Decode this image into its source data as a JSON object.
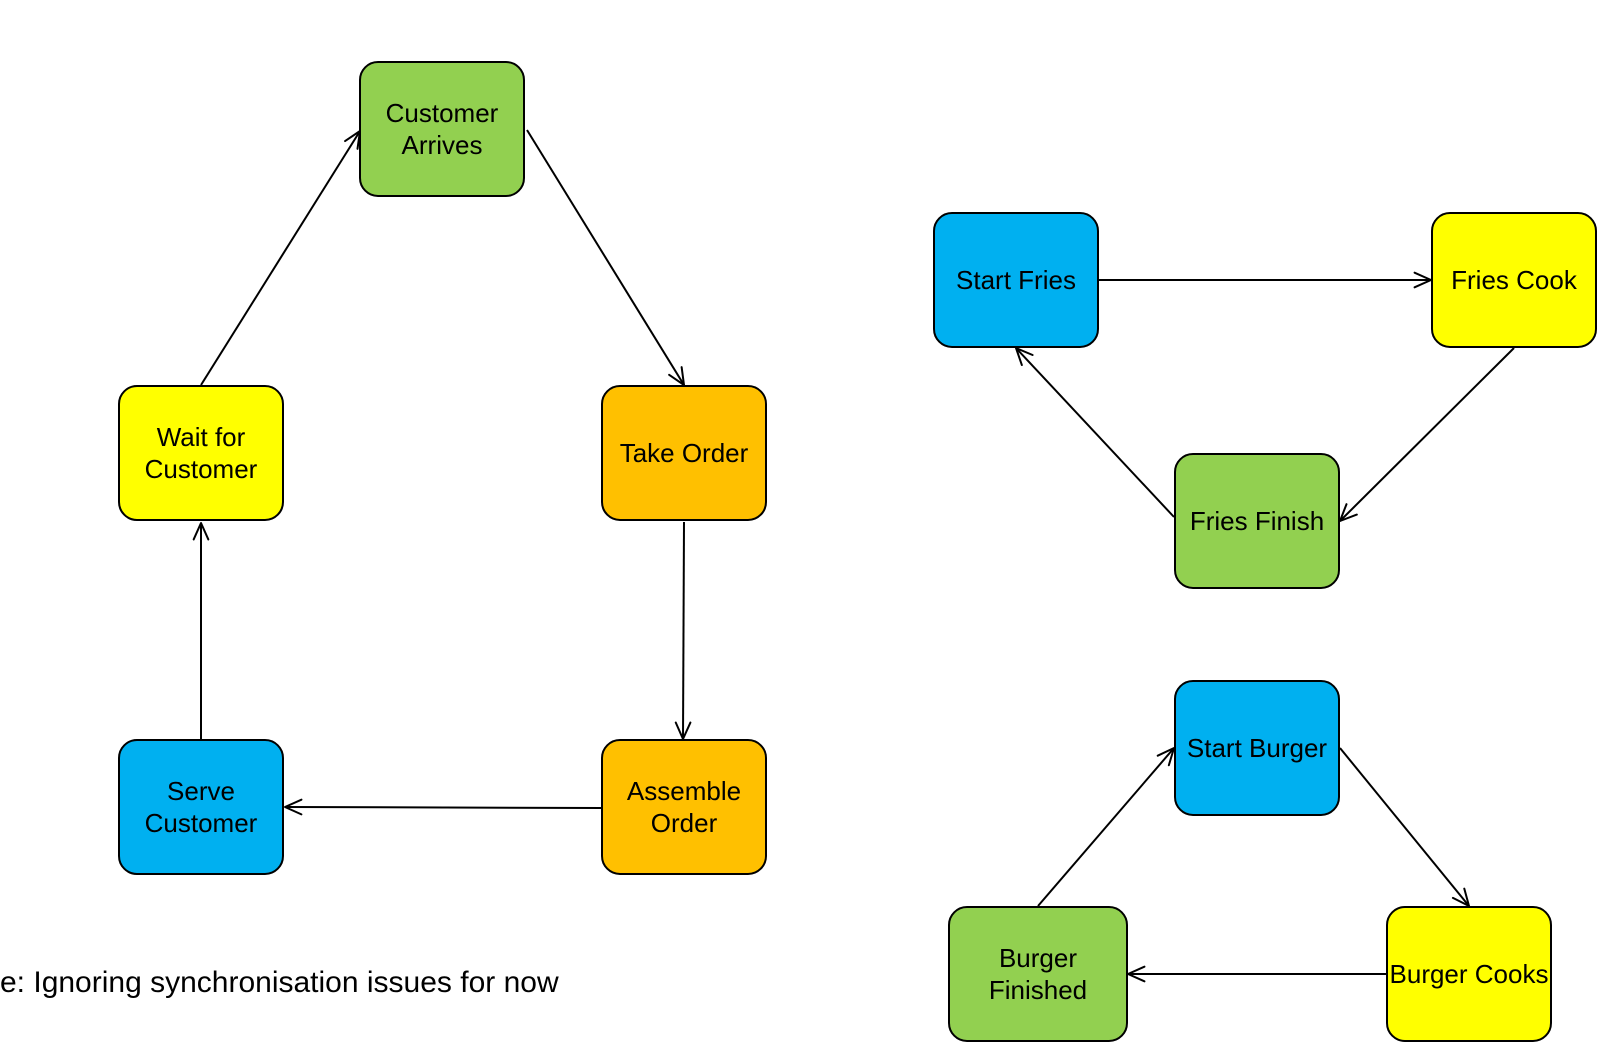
{
  "colors": {
    "green": "#92D050",
    "yellow": "#FFFF00",
    "orange": "#FFC000",
    "blue": "#00B0F0"
  },
  "nodes": [
    {
      "id": "customer-arrives",
      "lines": [
        "Customer",
        "Arrives"
      ],
      "color": "green"
    },
    {
      "id": "take-order",
      "lines": [
        "Take Order"
      ],
      "color": "orange"
    },
    {
      "id": "assemble-order",
      "lines": [
        "Assemble",
        "Order"
      ],
      "color": "orange"
    },
    {
      "id": "serve-customer",
      "lines": [
        "Serve",
        "Customer"
      ],
      "color": "blue"
    },
    {
      "id": "wait-for-customer",
      "lines": [
        "Wait for",
        "Customer"
      ],
      "color": "yellow"
    },
    {
      "id": "start-fries",
      "lines": [
        "Start Fries"
      ],
      "color": "blue"
    },
    {
      "id": "fries-cook",
      "lines": [
        "Fries Cook"
      ],
      "color": "yellow"
    },
    {
      "id": "fries-finish",
      "lines": [
        "Fries Finish"
      ],
      "color": "green"
    },
    {
      "id": "start-burger",
      "lines": [
        "Start Burger"
      ],
      "color": "blue"
    },
    {
      "id": "burger-cooks",
      "lines": [
        "Burger Cooks"
      ],
      "color": "yellow"
    },
    {
      "id": "burger-finished",
      "lines": [
        "Burger",
        "Finished"
      ],
      "color": "green"
    }
  ],
  "edges": [
    {
      "from": "customer-arrives",
      "to": "take-order"
    },
    {
      "from": "take-order",
      "to": "assemble-order"
    },
    {
      "from": "assemble-order",
      "to": "serve-customer"
    },
    {
      "from": "serve-customer",
      "to": "wait-for-customer"
    },
    {
      "from": "wait-for-customer",
      "to": "customer-arrives"
    },
    {
      "from": "start-fries",
      "to": "fries-cook"
    },
    {
      "from": "fries-cook",
      "to": "fries-finish"
    },
    {
      "from": "fries-finish",
      "to": "start-fries"
    },
    {
      "from": "start-burger",
      "to": "burger-cooks"
    },
    {
      "from": "burger-cooks",
      "to": "burger-finished"
    },
    {
      "from": "burger-finished",
      "to": "start-burger"
    }
  ],
  "note": "e: Ignoring synchronisation issues for now"
}
